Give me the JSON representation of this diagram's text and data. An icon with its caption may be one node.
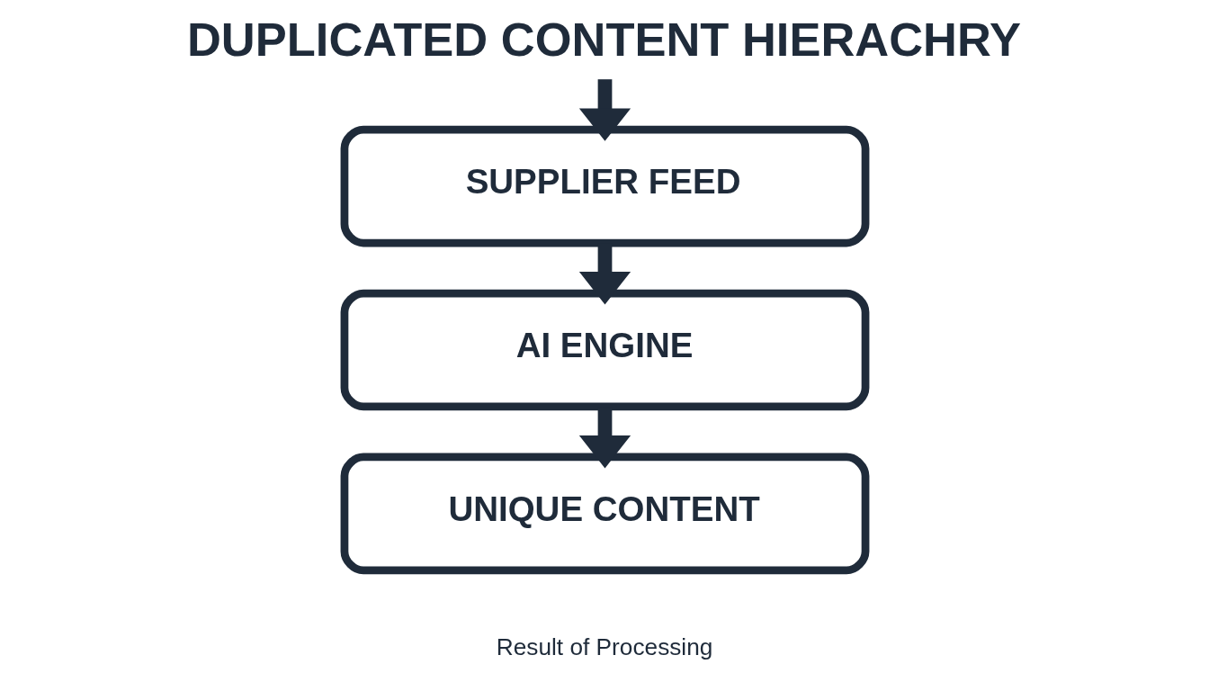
{
  "diagram": {
    "title": "DUPLICATED CONTENT HIERACHRY",
    "nodes": [
      {
        "text": [
          "SUPPLIER FEED"
        ]
      },
      {
        "text": [
          "AI ENGINE"
        ]
      },
      {
        "text": [
          "UNIQUE CONTENT"
        ],
        "beside": [
          "Result of Processing"
        ]
      }
    ],
    "edges": [
      {
        "from": null,
        "to": 0,
        "arrow": "to"
      },
      {
        "from": 0,
        "to": 1,
        "arrow": "to"
      },
      {
        "from": 1,
        "to": 2,
        "arrow": "to"
      }
    ]
  }
}
